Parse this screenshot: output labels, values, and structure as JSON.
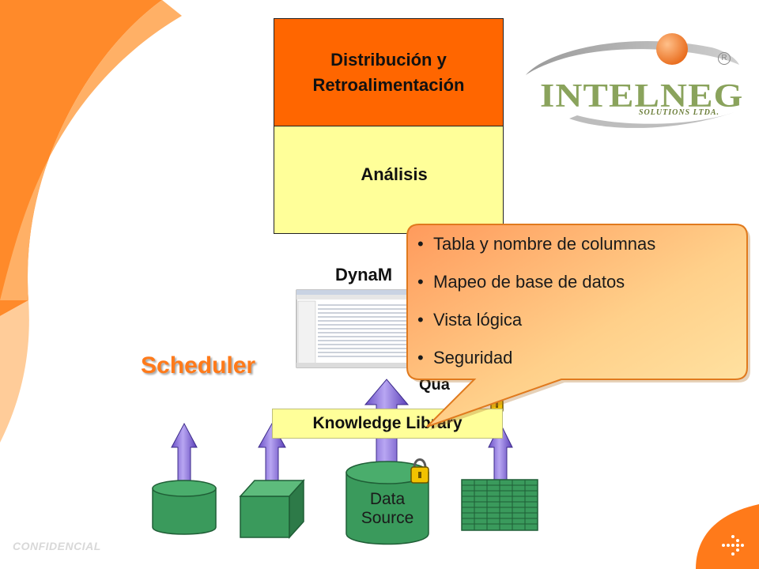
{
  "logo": {
    "name": "INTELNEG",
    "sub": "SOLUTIONS LTDA.",
    "reg": "R"
  },
  "stack": {
    "top_label": "Distribución y Retroalimentación",
    "middle_label": "Análisis"
  },
  "labels": {
    "dyna_partial": "DynaM",
    "qua_partial": "Qua",
    "scheduler": "Scheduler",
    "knowledge_library": "Knowledge Library",
    "data_source": "Data Source"
  },
  "callout": {
    "items": [
      "Tabla y nombre de columnas",
      "Mapeo de base de datos",
      "Vista lógica",
      "Seguridad"
    ]
  },
  "footer": {
    "confidential": "CONFIDENCIAL",
    "arrow_icon": "dotted-arrow-icon"
  },
  "colors": {
    "orange": "#ff6600",
    "yellow": "#ffff99",
    "green": "#3a9a5c",
    "arrow_purple": "#8b6bd9",
    "scheduler": "#ff7a1a"
  }
}
